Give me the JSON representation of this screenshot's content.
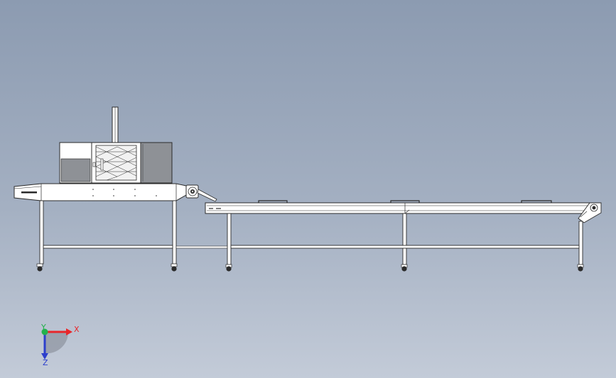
{
  "triad": {
    "x_label": "X",
    "y_label": "Y",
    "z_label": "Z",
    "x_color": "#e8262a",
    "y_color": "#22b24c",
    "z_color": "#2d3fcc"
  },
  "colors": {
    "background_top": "#8c9bb1",
    "background_bottom": "#c3cbd8",
    "line": "#2b2b2b",
    "frame_fill": "#ffffff",
    "cabinet_dark": "#8e9196"
  }
}
